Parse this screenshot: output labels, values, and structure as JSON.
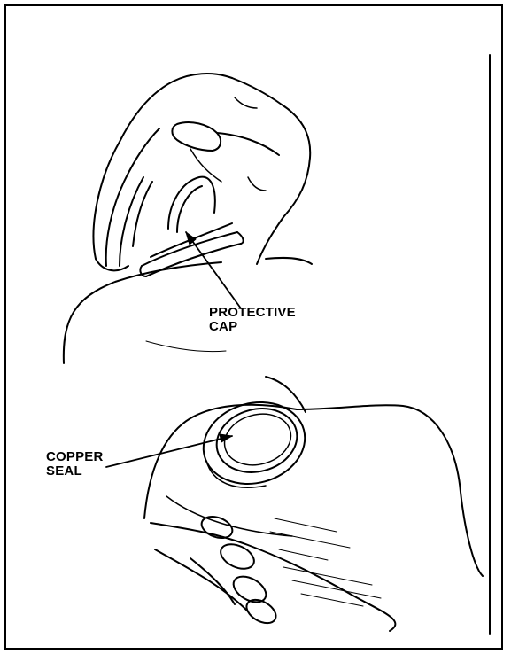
{
  "labels": {
    "protective_cap": [
      "PROTECTIVE",
      "CAP"
    ],
    "copper_seal": [
      "COPPER",
      "SEAL"
    ]
  },
  "colors": {
    "line": "#000000",
    "background": "#ffffff"
  }
}
